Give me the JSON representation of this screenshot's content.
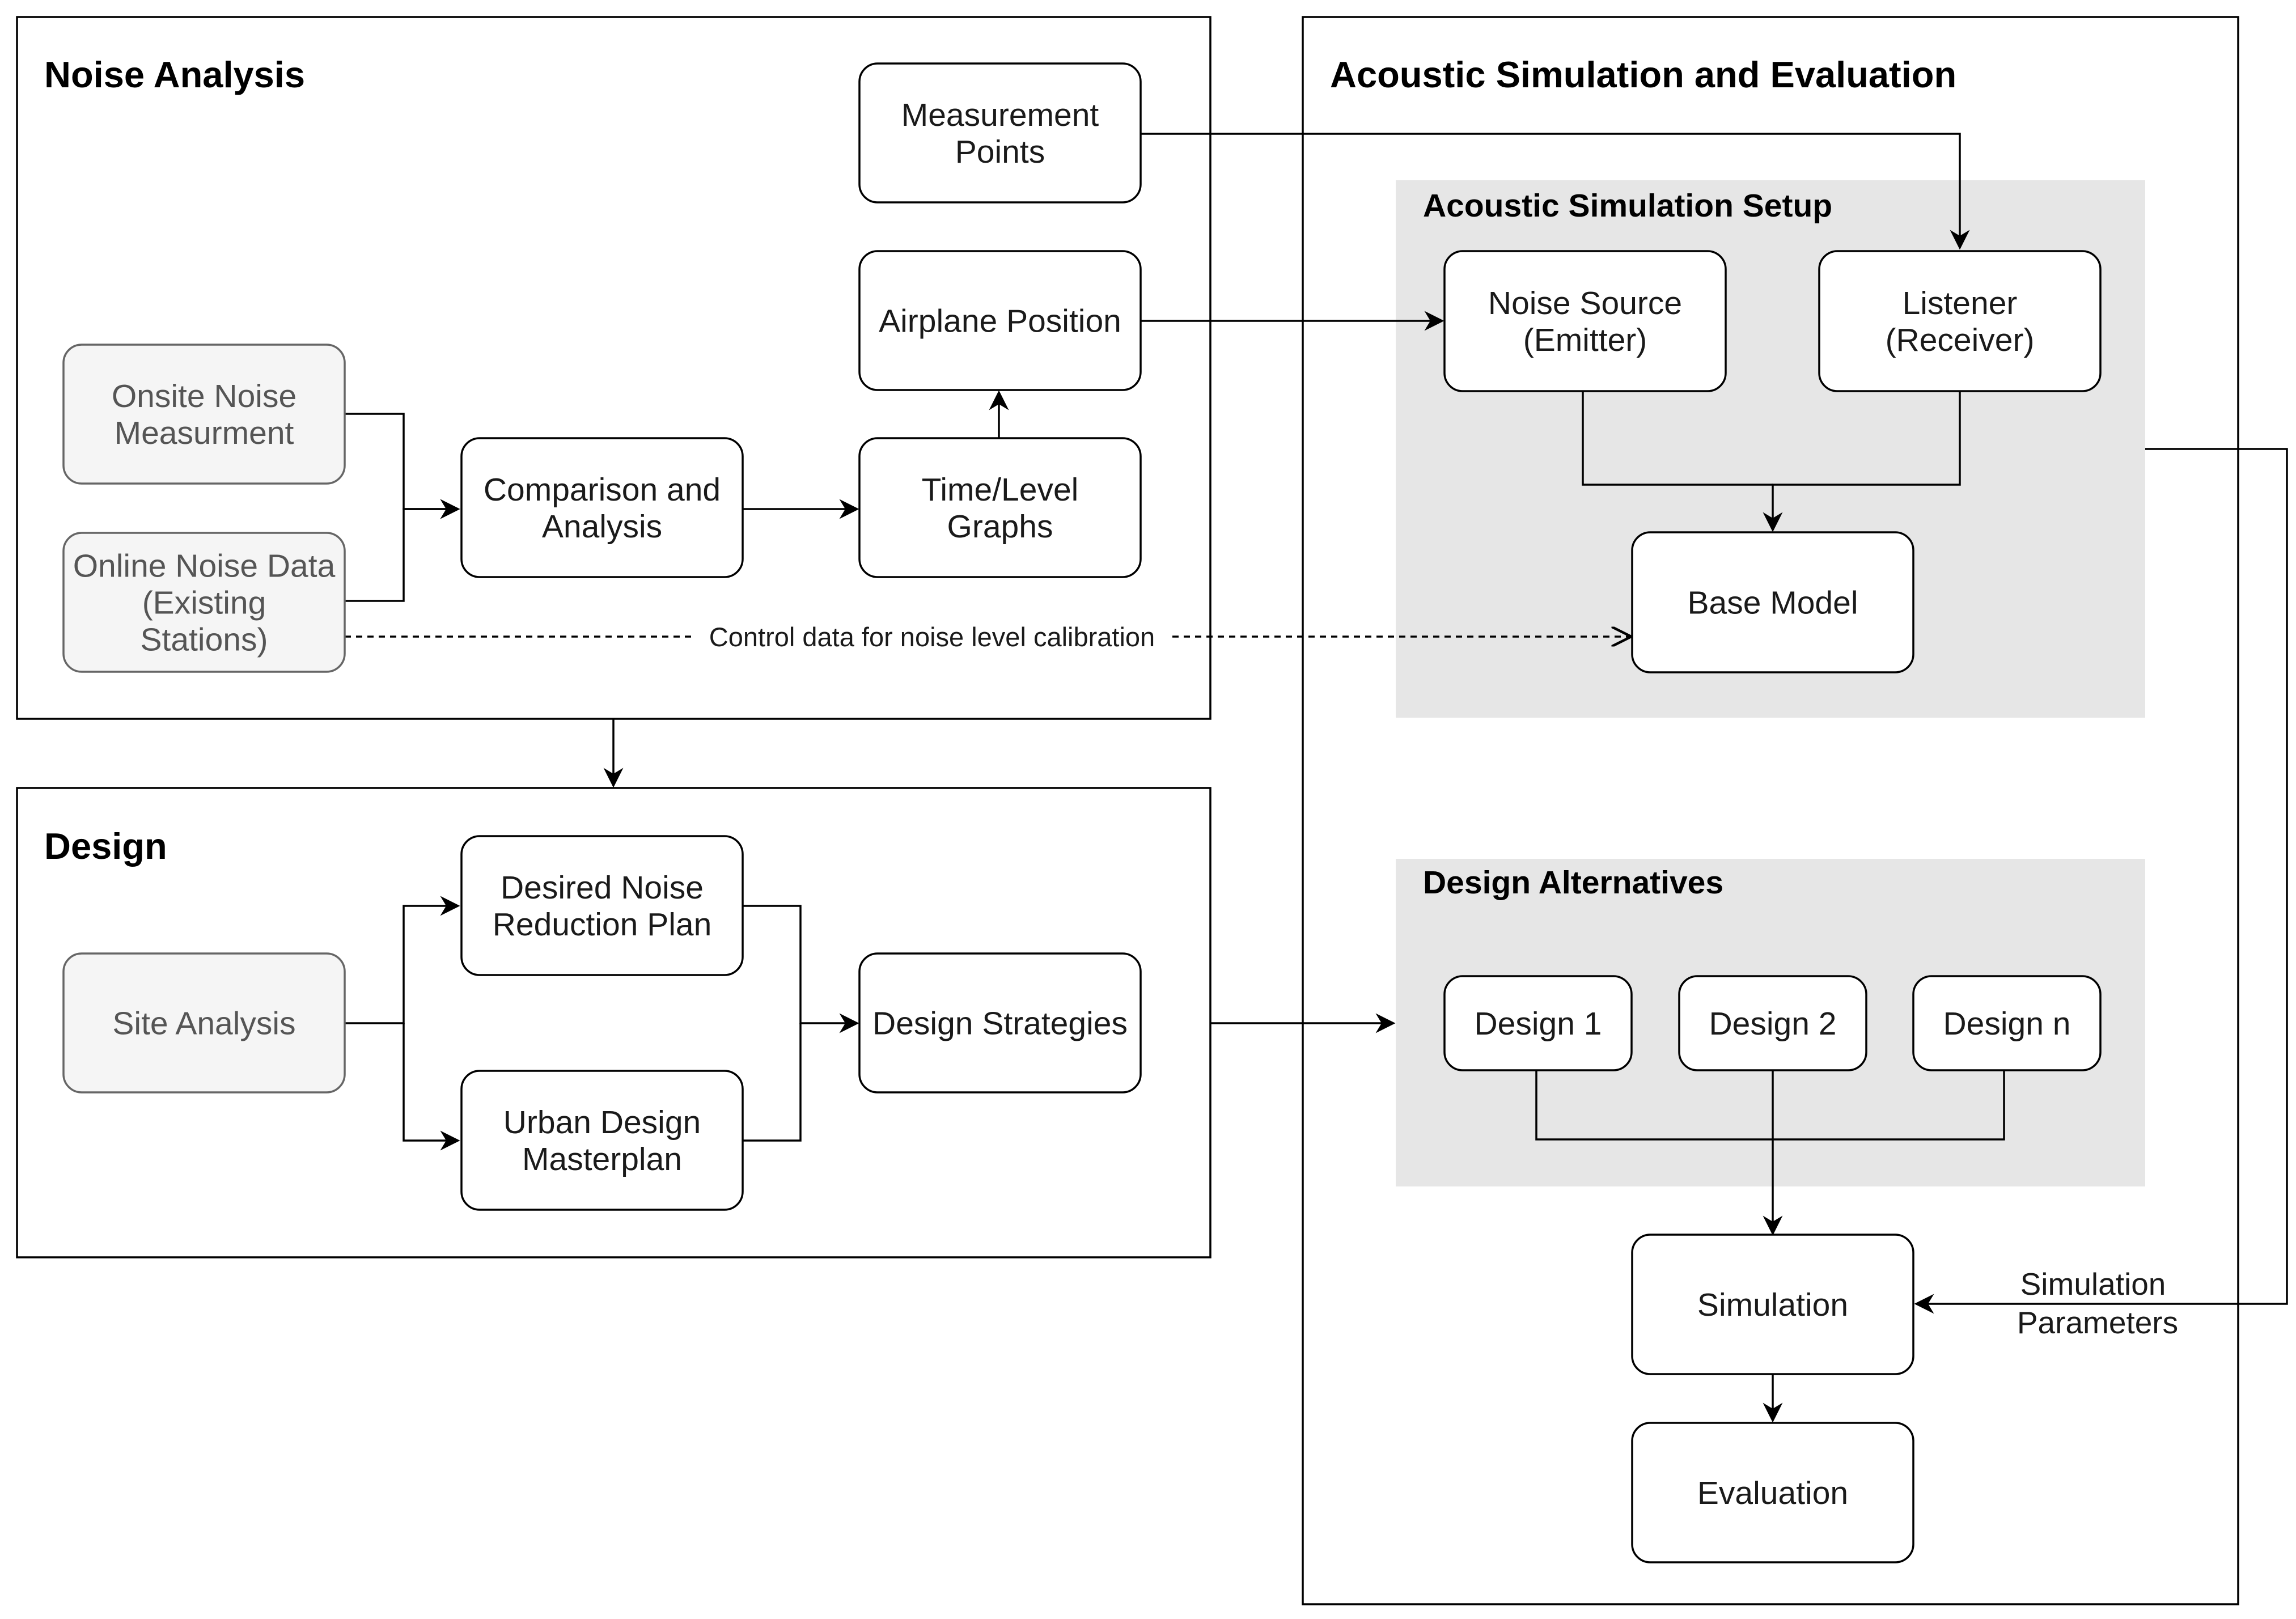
{
  "containers": {
    "noise_analysis": {
      "title": "Noise Analysis"
    },
    "design": {
      "title": "Design"
    },
    "acoustic": {
      "title": "Acoustic Simulation and Evaluation"
    }
  },
  "groups": {
    "setup": {
      "title": "Acoustic Simulation Setup"
    },
    "alternatives": {
      "title": "Design Alternatives"
    }
  },
  "nodes": {
    "onsite": {
      "lines": [
        "Onsite Noise",
        "Measurment"
      ]
    },
    "online": {
      "lines": [
        "Online Noise Data",
        "(Existing",
        "Stations)"
      ]
    },
    "comparison": {
      "lines": [
        "Comparison and",
        "Analysis"
      ]
    },
    "time_level": {
      "lines": [
        "Time/Level",
        "Graphs"
      ]
    },
    "airplane": {
      "lines": [
        "Airplane Position"
      ]
    },
    "measurement": {
      "lines": [
        "Measurement",
        "Points"
      ]
    },
    "site_analysis": {
      "lines": [
        "Site Analysis"
      ]
    },
    "desired": {
      "lines": [
        "Desired Noise",
        "Reduction Plan"
      ]
    },
    "urban": {
      "lines": [
        "Urban Design",
        "Masterplan"
      ]
    },
    "strategies": {
      "lines": [
        "Design Strategies"
      ]
    },
    "emitter": {
      "lines": [
        "Noise Source",
        "(Emitter)"
      ]
    },
    "listener": {
      "lines": [
        "Listener",
        "(Receiver)"
      ]
    },
    "base_model": {
      "lines": [
        "Base Model"
      ]
    },
    "design1": {
      "lines": [
        "Design 1"
      ]
    },
    "design2": {
      "lines": [
        "Design 2"
      ]
    },
    "designn": {
      "lines": [
        "Design n"
      ]
    },
    "simulation": {
      "lines": [
        "Simulation"
      ]
    },
    "evaluation": {
      "lines": [
        "Evaluation"
      ]
    }
  },
  "edge_labels": {
    "calibration": "Control data for noise level calibration",
    "sim_params": [
      "Simulation",
      "Parameters"
    ]
  }
}
